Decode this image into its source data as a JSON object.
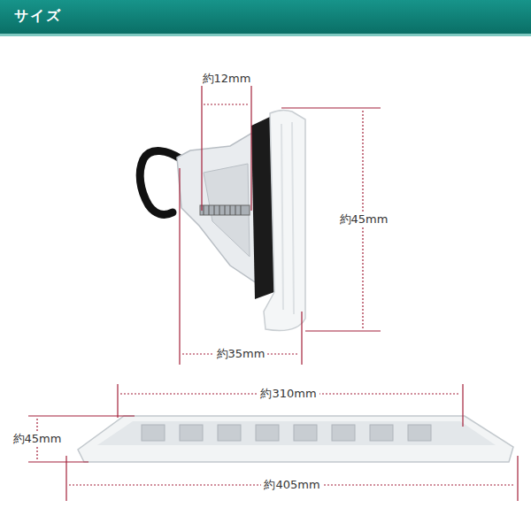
{
  "diagram": {
    "title": "サイズ",
    "labels": [
      "約12mm",
      "約45mm",
      "約35mm",
      "約310mm",
      "約45mm",
      "約405mm"
    ]
  }
}
